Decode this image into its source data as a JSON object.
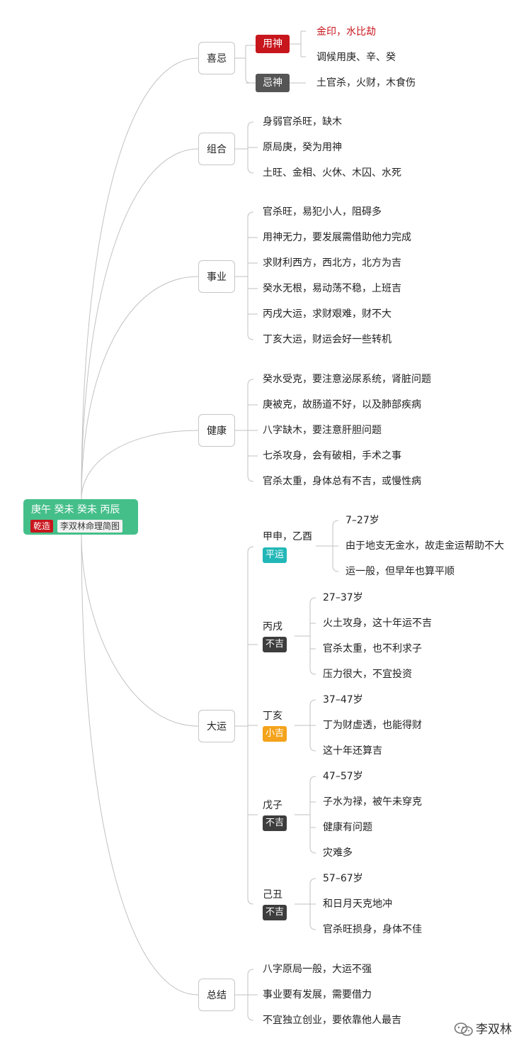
{
  "root": {
    "title": "庚午 癸未 癸未 丙辰",
    "badge": "乾造",
    "subtitle": "李双林命理简图"
  },
  "branches": [
    {
      "label": "喜忌"
    },
    {
      "label": "组合"
    },
    {
      "label": "事业"
    },
    {
      "label": "健康"
    },
    {
      "label": "大运"
    },
    {
      "label": "总结"
    }
  ],
  "xiji": {
    "yongshen": {
      "tag": "用神",
      "items": [
        "金印，水比劫",
        "调候用庚、辛、癸"
      ]
    },
    "jishen": {
      "tag": "忌神",
      "items": [
        "土官杀，火财，木食伤"
      ]
    }
  },
  "zuhe": [
    "身弱官杀旺，缺木",
    "原局庚，癸为用神",
    "土旺、金相、火休、木囚、水死"
  ],
  "shiye": [
    "官杀旺，易犯小人，阻碍多",
    "用神无力，要发展需借助他力完成",
    "求财利西方，西北方，北方为吉",
    "癸水无根，易动荡不稳，上班吉",
    "丙戌大运，求财艰难，财不大",
    "丁亥大运，财运会好一些转机"
  ],
  "jiankang": [
    "癸水受克，要注意泌尿系统，肾脏问题",
    "庚被克，故肠道不好，以及肺部疾病",
    "八字缺木，要注意肝胆问题",
    "七杀攻身，会有破相，手术之事",
    "官杀太重，身体总有不吉，或慢性病"
  ],
  "dayun": [
    {
      "name": "甲申，乙酉",
      "tag": "平运",
      "items": [
        "7–27岁",
        "由于地支无金水，故走金运帮助不大",
        "运一般，但早年也算平顺"
      ]
    },
    {
      "name": "丙戌",
      "tag": "不吉",
      "items": [
        "27–37岁",
        "火土攻身，这十年运不吉",
        "官杀太重，也不利求子",
        "压力很大，不宜投资"
      ]
    },
    {
      "name": "丁亥",
      "tag": "小吉",
      "items": [
        "37–47岁",
        "丁为财虚透，也能得财",
        "这十年还算吉"
      ]
    },
    {
      "name": "戊子",
      "tag": "不吉",
      "items": [
        "47–57岁",
        "子水为禄，被午未穿克",
        "健康有问题",
        "灾难多"
      ]
    },
    {
      "name": "己丑",
      "tag": "不吉",
      "items": [
        "57–67岁",
        "和日月天克地冲",
        "官杀旺损身，身体不佳"
      ]
    }
  ],
  "zongjie": [
    "八字原局一般，大运不强",
    "事业要有发展，需要借力",
    "不宜独立创业，要依靠他人最吉"
  ],
  "watermark": {
    "icon": "wechat-icon",
    "text": "李双林"
  },
  "colors": {
    "root": "#45bf8a",
    "red": "#c8161d",
    "dark": "#555555",
    "cyan": "#22b7b7",
    "orange": "#f4a31c",
    "black": "#3d3d3d",
    "line": "#c2c2c2"
  }
}
